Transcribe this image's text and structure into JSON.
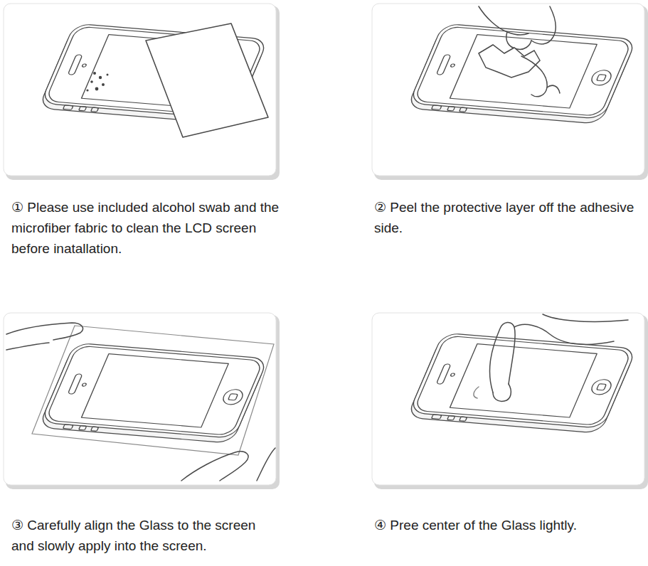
{
  "diagram": {
    "labels": [
      "① Please use included alcohol swab and the microfiber fabric to clean the LCD screen before inatallation.",
      "② Peel the protective layer off the adhesive side.",
      "③ Carefully align the Glass to the screen and slowly apply into the screen.",
      "④ Pree center of the Glass lightly."
    ]
  }
}
